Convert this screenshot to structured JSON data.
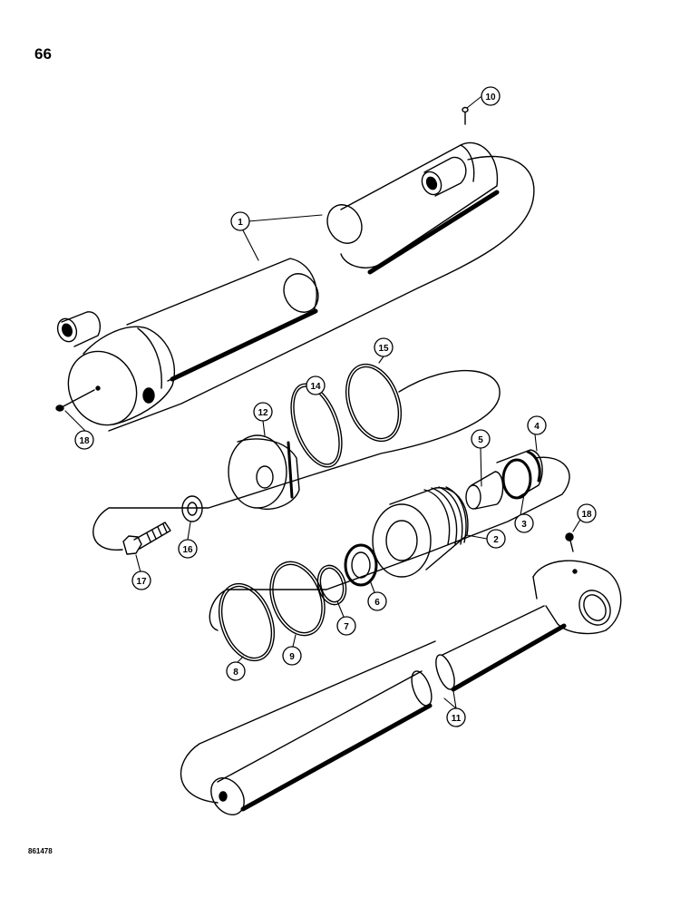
{
  "page_number": "66",
  "figure_code": "861478",
  "callouts": [
    {
      "id": "c1",
      "label": "1"
    },
    {
      "id": "c2",
      "label": "2"
    },
    {
      "id": "c3",
      "label": "3"
    },
    {
      "id": "c4",
      "label": "4"
    },
    {
      "id": "c5",
      "label": "5"
    },
    {
      "id": "c6",
      "label": "6"
    },
    {
      "id": "c7",
      "label": "7"
    },
    {
      "id": "c8",
      "label": "8"
    },
    {
      "id": "c9",
      "label": "9"
    },
    {
      "id": "c10",
      "label": "10"
    },
    {
      "id": "c11",
      "label": "11"
    },
    {
      "id": "c12",
      "label": "12"
    },
    {
      "id": "c14",
      "label": "14"
    },
    {
      "id": "c15",
      "label": "15"
    },
    {
      "id": "c16",
      "label": "16"
    },
    {
      "id": "c17",
      "label": "17"
    },
    {
      "id": "c18a",
      "label": "18"
    },
    {
      "id": "c18b",
      "label": "18"
    }
  ]
}
